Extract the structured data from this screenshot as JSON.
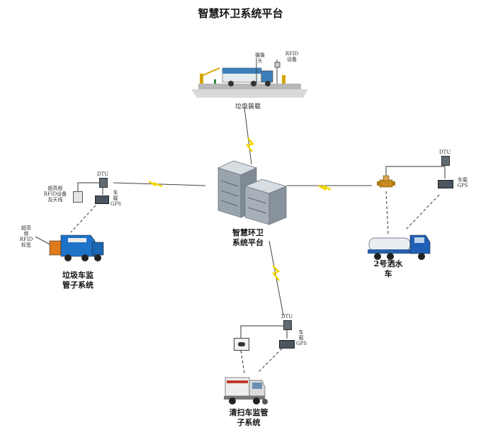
{
  "diagram": {
    "title": "智慧环卫系统平台",
    "center": {
      "label_line1": "智慧环卫",
      "label_line2": "系统平台"
    },
    "top_node": {
      "label": "垃圾装载",
      "camera_label_line1": "摄像",
      "camera_label_line2": "头",
      "rfid_label_line1": "RFID",
      "rfid_label_line2": "设备"
    },
    "left_node": {
      "caption_line1": "垃圾车监",
      "caption_line2": "管子系统",
      "reader_label_line1": "超高频",
      "reader_label_line2": "RFID设备",
      "reader_label_line3": "及天线",
      "gps_label_line1": "车",
      "gps_label_line2": "载",
      "gps_label_line3": "GPS",
      "tag_label_line1": "超高",
      "tag_label_line2": "频",
      "tag_label_line3": "RFID",
      "tag_label_line4": "标签",
      "dtu_label": "DTU"
    },
    "right_node": {
      "caption_line1": "2号洒水",
      "caption_line2": "车",
      "dtu_label": "DTU",
      "gps_label_line1": "车载",
      "gps_label_line2": "GPS"
    },
    "bottom_node": {
      "caption_line1": "清扫车监管",
      "caption_line2": "子系统",
      "dtu_label": "DTU",
      "gps_label_line1": "车",
      "gps_label_line2": "载",
      "gps_label_line3": "GPS"
    }
  }
}
